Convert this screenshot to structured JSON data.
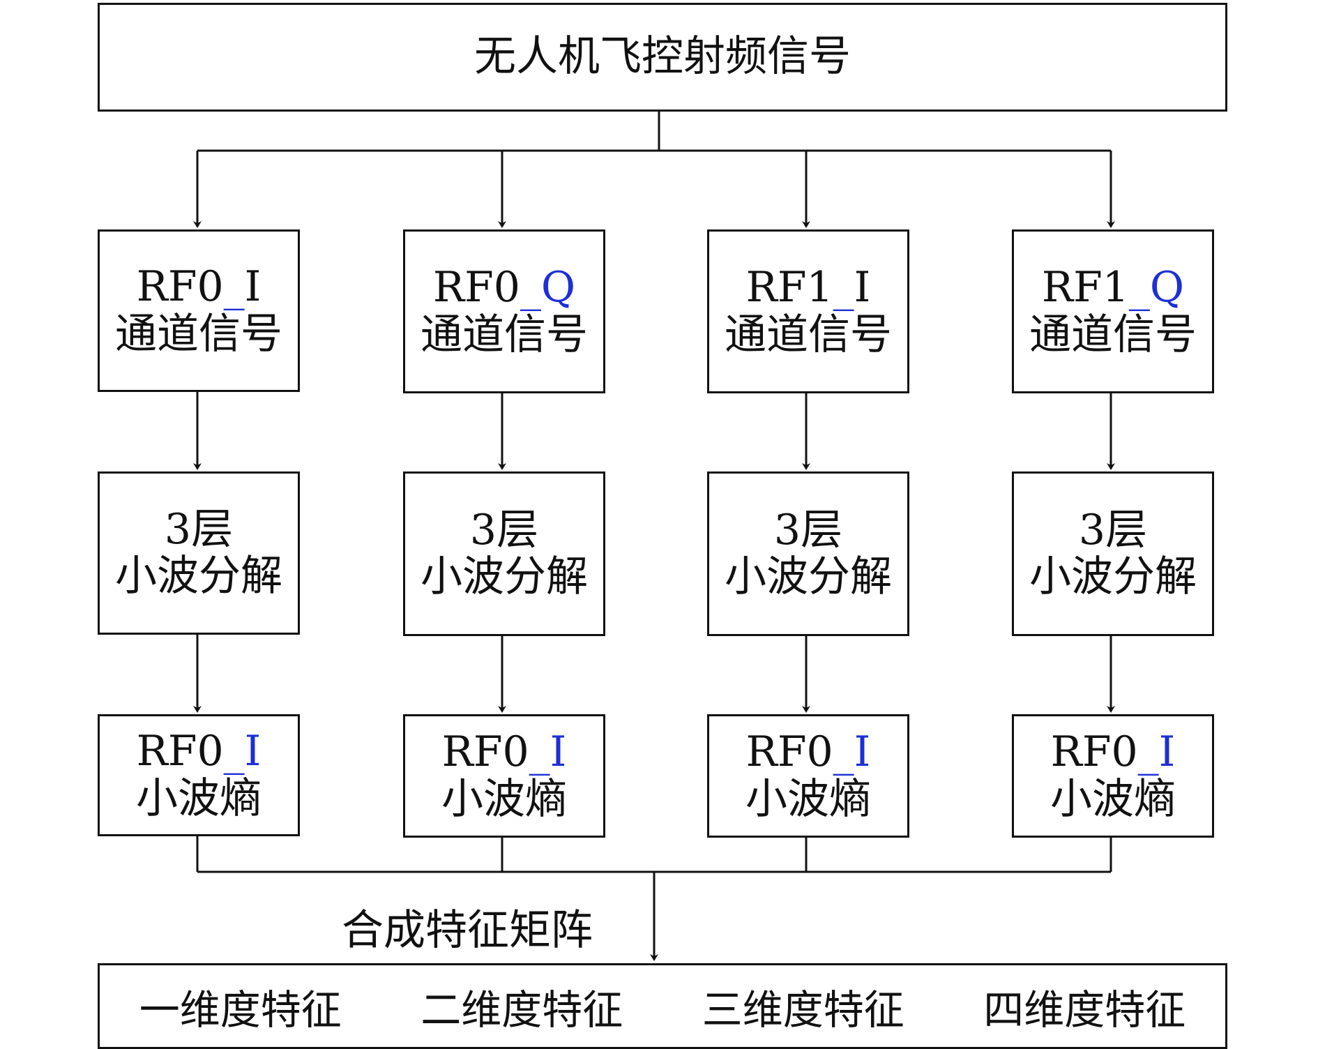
{
  "top": {
    "title": "无人机飞控射频信号"
  },
  "channels": [
    {
      "signal_prefix": "RF0",
      "signal_sep": "_",
      "signal_suffix": "I",
      "signal_label": "通道信号",
      "decomp_level": "3层",
      "decomp_label": "小波分解",
      "entropy_prefix": "RF0",
      "entropy_sep": "_",
      "entropy_suffix": "I",
      "entropy_label": "小波熵"
    },
    {
      "signal_prefix": "RF0",
      "signal_sep": "_",
      "signal_suffix": "Q",
      "signal_label": "通道信号",
      "decomp_level": "3层",
      "decomp_label": "小波分解",
      "entropy_prefix": "RF0",
      "entropy_sep": "_",
      "entropy_suffix": "I",
      "entropy_label": "小波熵"
    },
    {
      "signal_prefix": "RF1",
      "signal_sep": "_",
      "signal_suffix": "I",
      "signal_label": "通道信号",
      "decomp_level": "3层",
      "decomp_label": "小波分解",
      "entropy_prefix": "RF0",
      "entropy_sep": "_",
      "entropy_suffix": "I",
      "entropy_label": "小波熵"
    },
    {
      "signal_prefix": "RF1",
      "signal_sep": "_",
      "signal_suffix": "Q",
      "signal_label": "通道信号",
      "decomp_level": "3层",
      "decomp_label": "小波分解",
      "entropy_prefix": "RF0",
      "entropy_sep": "_",
      "entropy_suffix": "I",
      "entropy_label": "小波熵"
    }
  ],
  "merge_label": "合成特征矩阵",
  "features": [
    "一维度特征",
    "二维度特征",
    "三维度特征",
    "四维度特征"
  ],
  "colors": {
    "stroke": "#111111",
    "accent_blue": "#1d2fd6"
  }
}
